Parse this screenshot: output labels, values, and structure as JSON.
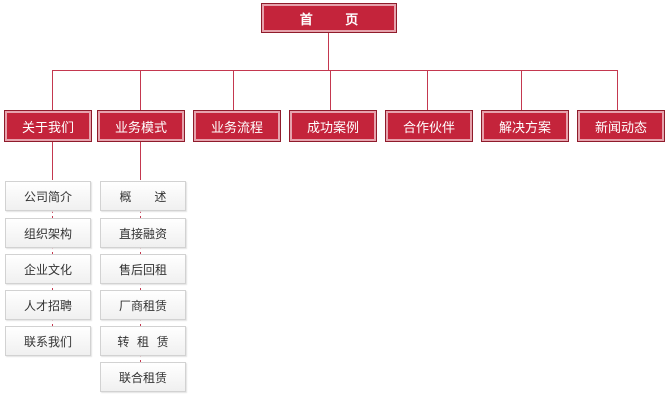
{
  "root": {
    "label": "首 页"
  },
  "top_items": [
    {
      "label": "关于我们"
    },
    {
      "label": "业务模式"
    },
    {
      "label": "业务流程"
    },
    {
      "label": "成功案例"
    },
    {
      "label": "合作伙伴"
    },
    {
      "label": "解决方案"
    },
    {
      "label": "新闻动态"
    }
  ],
  "about_children": [
    {
      "label": "公司简介"
    },
    {
      "label": "组织架构"
    },
    {
      "label": "企业文化"
    },
    {
      "label": "人才招聘"
    },
    {
      "label": "联系我们"
    }
  ],
  "business_children": [
    {
      "label": "概      述"
    },
    {
      "label": "直接融资"
    },
    {
      "label": "售后回租"
    },
    {
      "label": "厂商租赁"
    },
    {
      "label": "转  租  赁"
    },
    {
      "label": "联合租赁"
    }
  ],
  "colors": {
    "accent": "#c4243b",
    "line": "#c4384f"
  }
}
